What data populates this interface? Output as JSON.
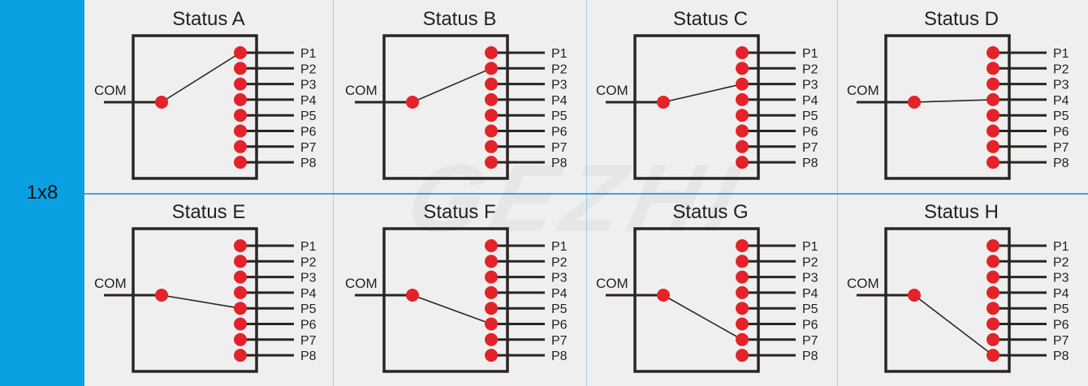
{
  "side_label": "1x8",
  "com_label": "COM",
  "port_labels": [
    "P1",
    "P2",
    "P3",
    "P4",
    "P5",
    "P6",
    "P7",
    "P8"
  ],
  "watermark": "GEZHI",
  "colors": {
    "side": "#0aa1e2",
    "dot": "#e3222a",
    "frame": "#2b2523",
    "line": "#2b2523"
  },
  "statuses": [
    {
      "title": "Status A",
      "connected_port": 1
    },
    {
      "title": "Status B",
      "connected_port": 2
    },
    {
      "title": "Status C",
      "connected_port": 3
    },
    {
      "title": "Status D",
      "connected_port": 4
    },
    {
      "title": "Status E",
      "connected_port": 5
    },
    {
      "title": "Status F",
      "connected_port": 6
    },
    {
      "title": "Status G",
      "connected_port": 7
    },
    {
      "title": "Status H",
      "connected_port": 8
    }
  ]
}
